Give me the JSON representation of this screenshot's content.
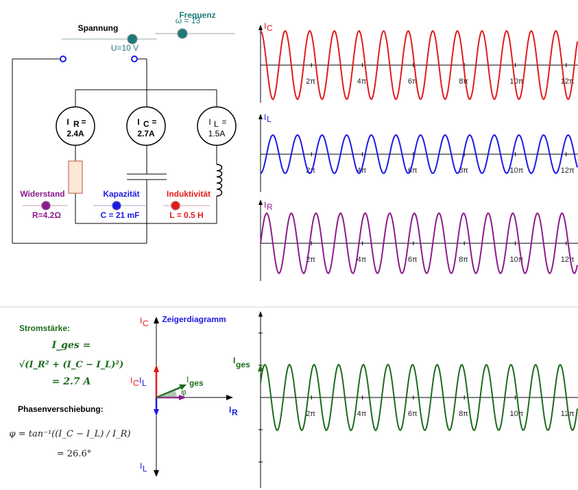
{
  "colors": {
    "ic": "#e31a1a",
    "il": "#1a1ae6",
    "ir": "#8b1a8b",
    "iges": "#1a6b1a",
    "slider_teal": "#1e7a7a",
    "resistor_fill": "#fde7d7",
    "resistor_stroke": "#c0705a"
  },
  "controls": {
    "spannung": {
      "title": "Spannung",
      "value_label": "U=10 V"
    },
    "frequenz": {
      "title": "Frequenz",
      "value_label": "ω = 13"
    }
  },
  "circuit": {
    "meters": [
      {
        "sym": "I",
        "sub": "R",
        "eq": "=",
        "val": "2.4A"
      },
      {
        "sym": "I",
        "sub": "C",
        "eq": "=",
        "val": "2.7A"
      },
      {
        "sym": "I",
        "sub": "L",
        "eq": "=",
        "val": "1.5A"
      }
    ],
    "widerstand": {
      "title": "Widerstand",
      "value": "R=4.2Ω",
      "icon": "resistor-icon"
    },
    "kapazitaet": {
      "title": "Kapazität",
      "value": "C = 21 mF",
      "icon": "capacitor-icon"
    },
    "induktivitaet": {
      "title": "Induktivität",
      "value": "L = 0.5 H",
      "icon": "inductor-icon"
    }
  },
  "graph_labels": {
    "ic": {
      "main": "I",
      "sub": "C"
    },
    "il": {
      "main": "I",
      "sub": "L"
    },
    "ir": {
      "main": "I",
      "sub": "R"
    },
    "iges": {
      "main": "I",
      "sub": "ges"
    }
  },
  "x_ticks": [
    "2π",
    "4π",
    "6π",
    "8π",
    "10π",
    "12π"
  ],
  "results": {
    "stromstaerke_title": "Stromstärke:",
    "iges_formula_lhs": "I_ges =",
    "iges_formula_rhs": "√(I_R² + (I_C − I_L)²)",
    "iges_value": "= 2.7 A",
    "phase_title": "Phasenverschiebung:",
    "phi_formula": "φ = tan⁻¹((I_C − I_L) / I_R)",
    "phi_value": "= 26.6°"
  },
  "zeiger": {
    "title": "Zeigerdiagramm",
    "ic": {
      "main": "I",
      "sub": "C"
    },
    "il": {
      "main": "I",
      "sub": "L"
    },
    "ir": {
      "main": "I",
      "sub": "R"
    },
    "icl": {
      "main": "I",
      "sub1": "C",
      "dash": "-",
      "sub2": "L"
    },
    "iges": {
      "main": "I",
      "sub": "ges"
    },
    "phi": "φ"
  },
  "chart_data": [
    {
      "type": "line",
      "title": "",
      "series": [
        {
          "name": "I_C",
          "amplitude": 2.7,
          "phase": "leads"
        }
      ],
      "x_ticks": [
        "2π",
        "4π",
        "6π",
        "8π",
        "10π",
        "12π"
      ]
    },
    {
      "type": "line",
      "title": "",
      "series": [
        {
          "name": "I_L",
          "amplitude": 1.5,
          "phase": "lags"
        }
      ],
      "x_ticks": [
        "2π",
        "4π",
        "6π",
        "8π",
        "10π",
        "12π"
      ]
    },
    {
      "type": "line",
      "title": "",
      "series": [
        {
          "name": "I_R",
          "amplitude": 2.4,
          "phase": "in-phase"
        }
      ],
      "x_ticks": [
        "2π",
        "4π",
        "6π",
        "8π",
        "10π",
        "12π"
      ]
    },
    {
      "type": "line",
      "title": "",
      "series": [
        {
          "name": "I_ges",
          "amplitude": 2.7,
          "phase_shift_deg": 26.6
        }
      ],
      "x_ticks": [
        "2π",
        "4π",
        "6π",
        "8π",
        "10π",
        "12π"
      ]
    }
  ]
}
